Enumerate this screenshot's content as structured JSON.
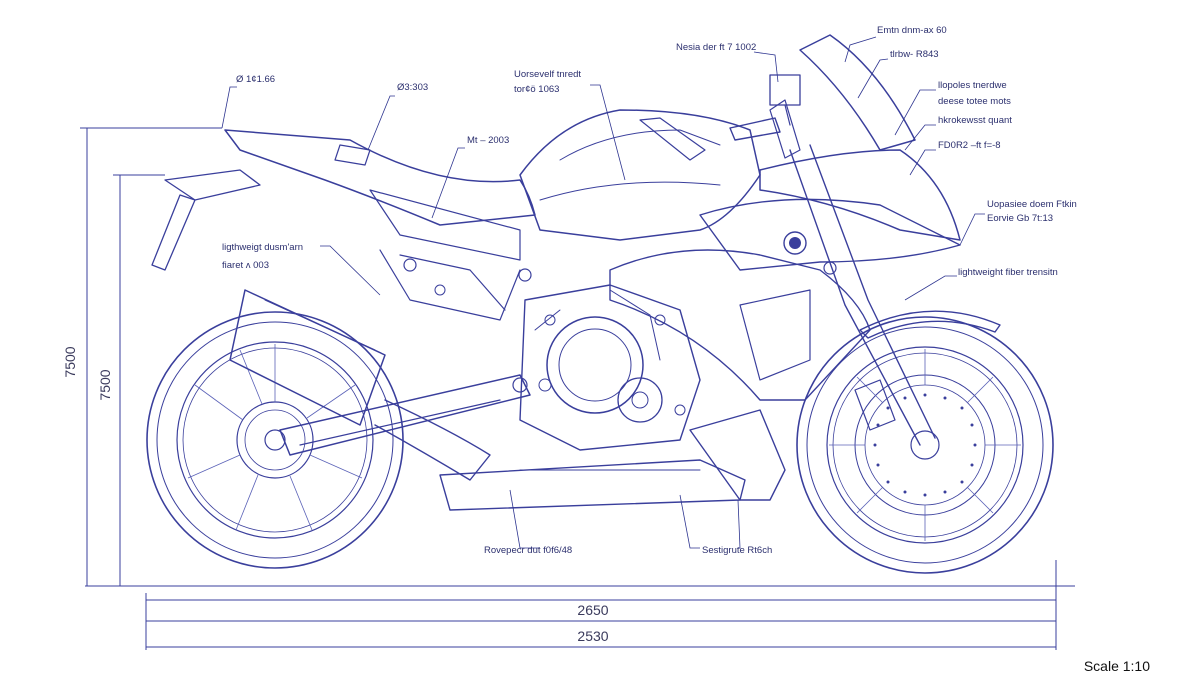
{
  "labels": [
    {
      "id": "l1",
      "text": "Ø 1¢1.66"
    },
    {
      "id": "l2",
      "text": "Ø3:303"
    },
    {
      "id": "l3",
      "text": "Uorsevelf tnredt"
    },
    {
      "id": "l4",
      "text": "tor¢ö 1063"
    },
    {
      "id": "l5",
      "text": "Mt – 2003"
    },
    {
      "id": "l6",
      "text": "Nesia der ft 7 1002"
    },
    {
      "id": "l7",
      "text": "Emtn dnm-ax 60"
    },
    {
      "id": "l8",
      "text": "tlrbw- R843"
    },
    {
      "id": "l9",
      "text": "llopoles tnerdwe"
    },
    {
      "id": "l10",
      "text": "deese totee mots"
    },
    {
      "id": "l11",
      "text": "hkrokewsst quant"
    },
    {
      "id": "l12",
      "text": "FD0R2 –ft f=-8"
    },
    {
      "id": "l13",
      "text": "Uopasiee doem Ftkin"
    },
    {
      "id": "l14",
      "text": "Eorvie Gb 7t:13"
    },
    {
      "id": "l15",
      "text": "ligthweigt dusm'arn"
    },
    {
      "id": "l16",
      "text": "fiaret ʌ 003"
    },
    {
      "id": "l17",
      "text": "lightweight fiber trensitn"
    },
    {
      "id": "l18",
      "text": "Rovepecr dut f0f6/48"
    },
    {
      "id": "l19",
      "text": "Sestigrute Rt6ch"
    }
  ],
  "dimensions": {
    "height_outer": "7500",
    "height_inner": "7500",
    "length_wheelbase": "2650",
    "length_total": "2530"
  },
  "scale": "Scale 1:10",
  "colors": {
    "ink": "#3a3f9c",
    "text": "#2b2f6e",
    "background": "#ffffff"
  }
}
